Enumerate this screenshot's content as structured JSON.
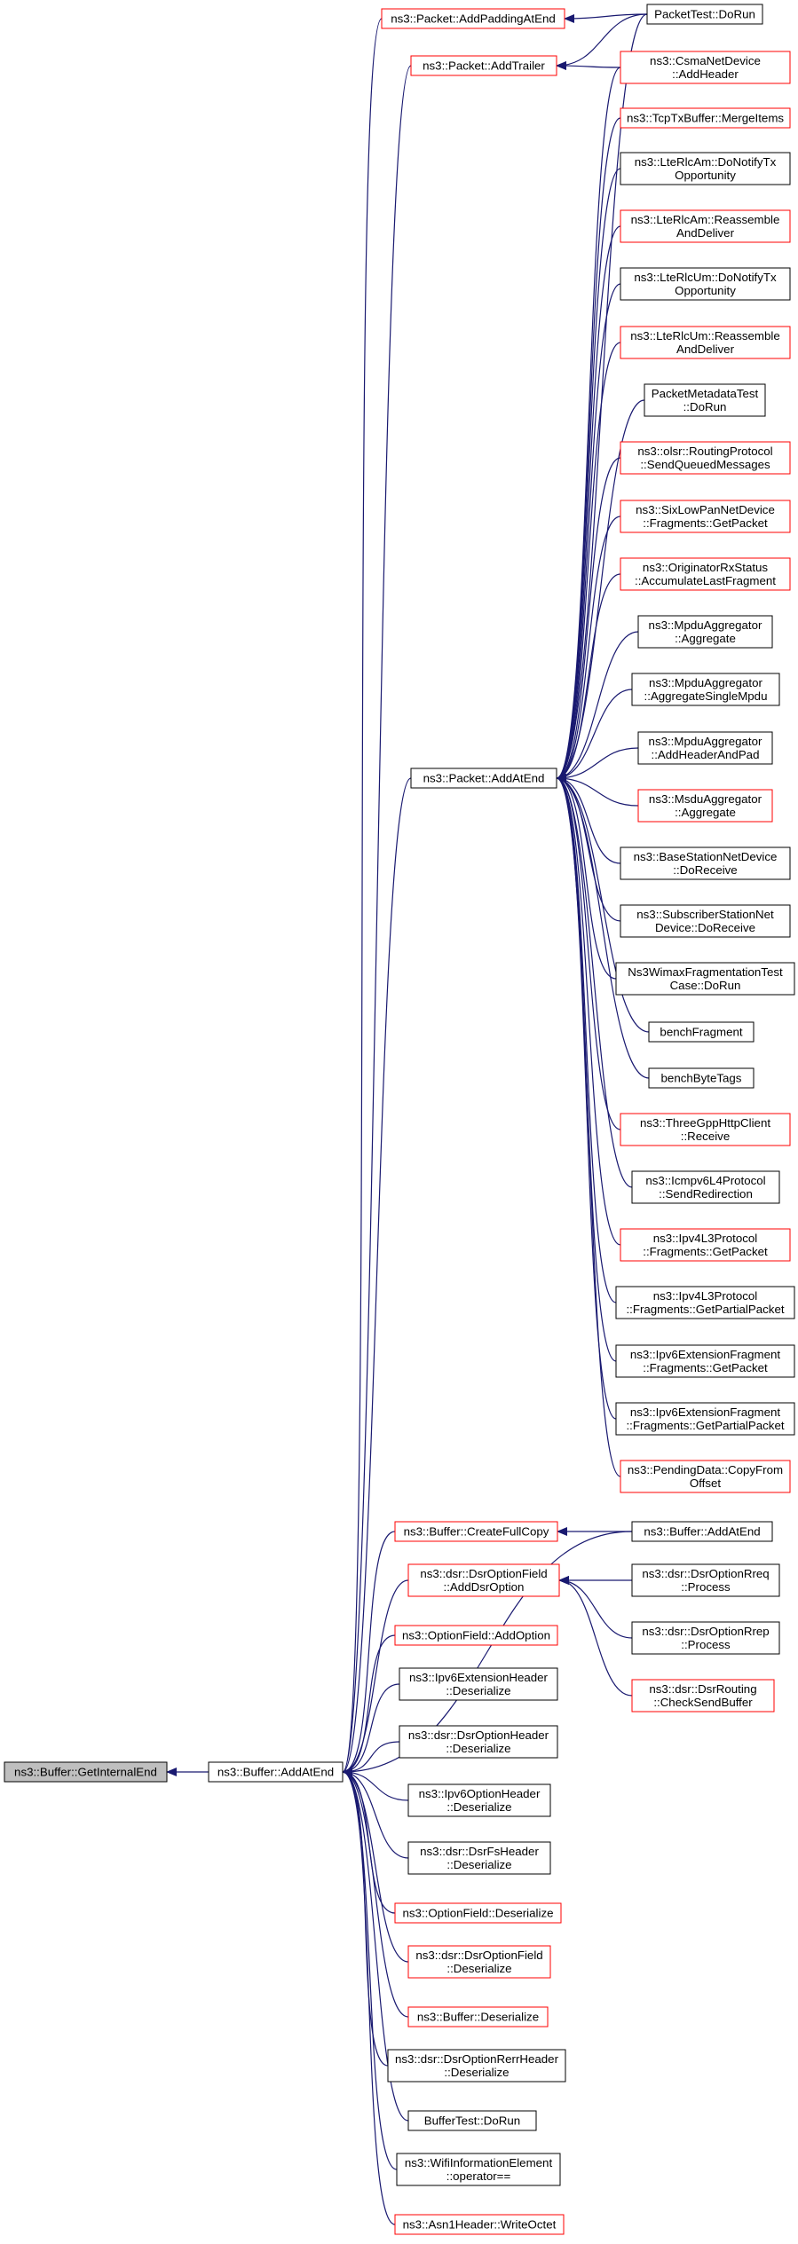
{
  "colors": {
    "edge": "#191970",
    "border_red": "#ff0000",
    "border_black": "#000000",
    "root_fill": "#bfbfbf",
    "node_fill": "#ffffff"
  },
  "nodes": [
    {
      "id": "root",
      "label": [
        "ns3::Buffer::GetInternalEnd"
      ],
      "style": "root"
    },
    {
      "id": "addatend",
      "label": [
        "ns3::Buffer::AddAtEnd"
      ],
      "style": "black"
    },
    {
      "id": "pkt_pad",
      "label": [
        "ns3::Packet::AddPaddingAtEnd"
      ],
      "style": "red"
    },
    {
      "id": "pkt_trailer",
      "label": [
        "ns3::Packet::AddTrailer"
      ],
      "style": "red"
    },
    {
      "id": "pkt_addatend",
      "label": [
        "ns3::Packet::AddAtEnd"
      ],
      "style": "black"
    },
    {
      "id": "pkttest",
      "label": [
        "PacketTest::DoRun"
      ],
      "style": "black"
    },
    {
      "id": "csma",
      "label": [
        "ns3::CsmaNetDevice",
        "::AddHeader"
      ],
      "style": "red"
    },
    {
      "id": "tcptx",
      "label": [
        "ns3::TcpTxBuffer::MergeItems"
      ],
      "style": "red"
    },
    {
      "id": "rlcam_notify",
      "label": [
        "ns3::LteRlcAm::DoNotifyTx",
        "Opportunity"
      ],
      "style": "black"
    },
    {
      "id": "rlcam_reasm",
      "label": [
        "ns3::LteRlcAm::Reassemble",
        "AndDeliver"
      ],
      "style": "red"
    },
    {
      "id": "rlcum_notify",
      "label": [
        "ns3::LteRlcUm::DoNotifyTx",
        "Opportunity"
      ],
      "style": "black"
    },
    {
      "id": "rlcum_reasm",
      "label": [
        "ns3::LteRlcUm::Reassemble",
        "AndDeliver"
      ],
      "style": "red"
    },
    {
      "id": "pktmeta",
      "label": [
        "PacketMetadataTest",
        "::DoRun"
      ],
      "style": "black"
    },
    {
      "id": "olsr",
      "label": [
        "ns3::olsr::RoutingProtocol",
        "::SendQueuedMessages"
      ],
      "style": "red"
    },
    {
      "id": "sixlow",
      "label": [
        "ns3::SixLowPanNetDevice",
        "::Fragments::GetPacket"
      ],
      "style": "red"
    },
    {
      "id": "origrx",
      "label": [
        "ns3::OriginatorRxStatus",
        "::AccumulateLastFragment"
      ],
      "style": "red"
    },
    {
      "id": "mpdu_agg",
      "label": [
        "ns3::MpduAggregator",
        "::Aggregate"
      ],
      "style": "black"
    },
    {
      "id": "mpdu_single",
      "label": [
        "ns3::MpduAggregator",
        "::AggregateSingleMpdu"
      ],
      "style": "black"
    },
    {
      "id": "mpdu_hdr",
      "label": [
        "ns3::MpduAggregator",
        "::AddHeaderAndPad"
      ],
      "style": "black"
    },
    {
      "id": "msdu_agg",
      "label": [
        "ns3::MsduAggregator",
        "::Aggregate"
      ],
      "style": "red"
    },
    {
      "id": "bsnd",
      "label": [
        "ns3::BaseStationNetDevice",
        "::DoReceive"
      ],
      "style": "black"
    },
    {
      "id": "ssnd",
      "label": [
        "ns3::SubscriberStationNet",
        "Device::DoReceive"
      ],
      "style": "black"
    },
    {
      "id": "wimaxfrag",
      "label": [
        "Ns3WimaxFragmentationTest",
        "Case::DoRun"
      ],
      "style": "black"
    },
    {
      "id": "benchfrag",
      "label": [
        "benchFragment"
      ],
      "style": "black"
    },
    {
      "id": "benchbyte",
      "label": [
        "benchByteTags"
      ],
      "style": "black"
    },
    {
      "id": "http",
      "label": [
        "ns3::ThreeGppHttpClient",
        "::Receive"
      ],
      "style": "red"
    },
    {
      "id": "icmpv6",
      "label": [
        "ns3::Icmpv6L4Protocol",
        "::SendRedirection"
      ],
      "style": "black"
    },
    {
      "id": "ipv4frag",
      "label": [
        "ns3::Ipv4L3Protocol",
        "::Fragments::GetPacket"
      ],
      "style": "red"
    },
    {
      "id": "ipv4partial",
      "label": [
        "ns3::Ipv4L3Protocol",
        "::Fragments::GetPartialPacket"
      ],
      "style": "black"
    },
    {
      "id": "ipv6frag",
      "label": [
        "ns3::Ipv6ExtensionFragment",
        "::Fragments::GetPacket"
      ],
      "style": "black"
    },
    {
      "id": "ipv6partial",
      "label": [
        "ns3::Ipv6ExtensionFragment",
        "::Fragments::GetPartialPacket"
      ],
      "style": "black"
    },
    {
      "id": "pending",
      "label": [
        "ns3::PendingData::CopyFrom",
        "Offset"
      ],
      "style": "red"
    },
    {
      "id": "createfull",
      "label": [
        "ns3::Buffer::CreateFullCopy"
      ],
      "style": "red"
    },
    {
      "id": "buf_addatend2",
      "label": [
        "ns3::Buffer::AddAtEnd"
      ],
      "style": "black"
    },
    {
      "id": "dsr_addopt",
      "label": [
        "ns3::dsr::DsrOptionField",
        "::AddDsrOption"
      ],
      "style": "red"
    },
    {
      "id": "dsr_rreq",
      "label": [
        "ns3::dsr::DsrOptionRreq",
        "::Process"
      ],
      "style": "black"
    },
    {
      "id": "dsr_rrep",
      "label": [
        "ns3::dsr::DsrOptionRrep",
        "::Process"
      ],
      "style": "black"
    },
    {
      "id": "dsr_routing",
      "label": [
        "ns3::dsr::DsrRouting",
        "::CheckSendBuffer"
      ],
      "style": "red"
    },
    {
      "id": "optfield_add",
      "label": [
        "ns3::OptionField::AddOption"
      ],
      "style": "red"
    },
    {
      "id": "ipv6ext_deser",
      "label": [
        "ns3::Ipv6ExtensionHeader",
        "::Deserialize"
      ],
      "style": "black"
    },
    {
      "id": "dsr_opthdr_deser",
      "label": [
        "ns3::dsr::DsrOptionHeader",
        "::Deserialize"
      ],
      "style": "black"
    },
    {
      "id": "ipv6opt_deser",
      "label": [
        "ns3::Ipv6OptionHeader",
        "::Deserialize"
      ],
      "style": "black"
    },
    {
      "id": "dsr_fs_deser",
      "label": [
        "ns3::dsr::DsrFsHeader",
        "::Deserialize"
      ],
      "style": "black"
    },
    {
      "id": "optfield_deser",
      "label": [
        "ns3::OptionField::Deserialize"
      ],
      "style": "red"
    },
    {
      "id": "dsr_optfield_deser",
      "label": [
        "ns3::dsr::DsrOptionField",
        "::Deserialize"
      ],
      "style": "red"
    },
    {
      "id": "buf_deser",
      "label": [
        "ns3::Buffer::Deserialize"
      ],
      "style": "red"
    },
    {
      "id": "dsr_rerr_deser",
      "label": [
        "ns3::dsr::DsrOptionRerrHeader",
        "::Deserialize"
      ],
      "style": "black"
    },
    {
      "id": "buftest",
      "label": [
        "BufferTest::DoRun"
      ],
      "style": "black"
    },
    {
      "id": "wifi_ie",
      "label": [
        "ns3::WifiInformationElement",
        "::operator=="
      ],
      "style": "black"
    },
    {
      "id": "asn1",
      "label": [
        "ns3::Asn1Header::WriteOctet"
      ],
      "style": "red"
    }
  ],
  "edges": [
    [
      "addatend",
      "root"
    ],
    [
      "pkt_pad",
      "addatend"
    ],
    [
      "pkt_trailer",
      "addatend"
    ],
    [
      "pkt_addatend",
      "addatend"
    ],
    [
      "createfull",
      "addatend"
    ],
    [
      "dsr_addopt",
      "addatend"
    ],
    [
      "optfield_add",
      "addatend"
    ],
    [
      "ipv6ext_deser",
      "addatend"
    ],
    [
      "dsr_opthdr_deser",
      "addatend"
    ],
    [
      "ipv6opt_deser",
      "addatend"
    ],
    [
      "dsr_fs_deser",
      "addatend"
    ],
    [
      "optfield_deser",
      "addatend"
    ],
    [
      "dsr_optfield_deser",
      "addatend"
    ],
    [
      "buf_deser",
      "addatend"
    ],
    [
      "dsr_rerr_deser",
      "addatend"
    ],
    [
      "buftest",
      "addatend"
    ],
    [
      "wifi_ie",
      "addatend"
    ],
    [
      "asn1",
      "addatend"
    ],
    [
      "buf_addatend2",
      "addatend"
    ],
    [
      "pkttest",
      "pkt_pad"
    ],
    [
      "pkttest",
      "pkt_trailer"
    ],
    [
      "csma",
      "pkt_trailer"
    ],
    [
      "pkttest",
      "pkt_addatend"
    ],
    [
      "csma",
      "pkt_addatend"
    ],
    [
      "tcptx",
      "pkt_addatend"
    ],
    [
      "rlcam_notify",
      "pkt_addatend"
    ],
    [
      "rlcam_reasm",
      "pkt_addatend"
    ],
    [
      "rlcum_notify",
      "pkt_addatend"
    ],
    [
      "rlcum_reasm",
      "pkt_addatend"
    ],
    [
      "pktmeta",
      "pkt_addatend"
    ],
    [
      "olsr",
      "pkt_addatend"
    ],
    [
      "sixlow",
      "pkt_addatend"
    ],
    [
      "origrx",
      "pkt_addatend"
    ],
    [
      "mpdu_agg",
      "pkt_addatend"
    ],
    [
      "mpdu_single",
      "pkt_addatend"
    ],
    [
      "mpdu_hdr",
      "pkt_addatend"
    ],
    [
      "msdu_agg",
      "pkt_addatend"
    ],
    [
      "bsnd",
      "pkt_addatend"
    ],
    [
      "ssnd",
      "pkt_addatend"
    ],
    [
      "wimaxfrag",
      "pkt_addatend"
    ],
    [
      "benchfrag",
      "pkt_addatend"
    ],
    [
      "benchbyte",
      "pkt_addatend"
    ],
    [
      "http",
      "pkt_addatend"
    ],
    [
      "icmpv6",
      "pkt_addatend"
    ],
    [
      "ipv4frag",
      "pkt_addatend"
    ],
    [
      "ipv4partial",
      "pkt_addatend"
    ],
    [
      "ipv6frag",
      "pkt_addatend"
    ],
    [
      "ipv6partial",
      "pkt_addatend"
    ],
    [
      "pending",
      "pkt_addatend"
    ],
    [
      "buf_addatend2",
      "createfull"
    ],
    [
      "dsr_rreq",
      "dsr_addopt"
    ],
    [
      "dsr_rrep",
      "dsr_addopt"
    ],
    [
      "dsr_routing",
      "dsr_addopt"
    ]
  ]
}
